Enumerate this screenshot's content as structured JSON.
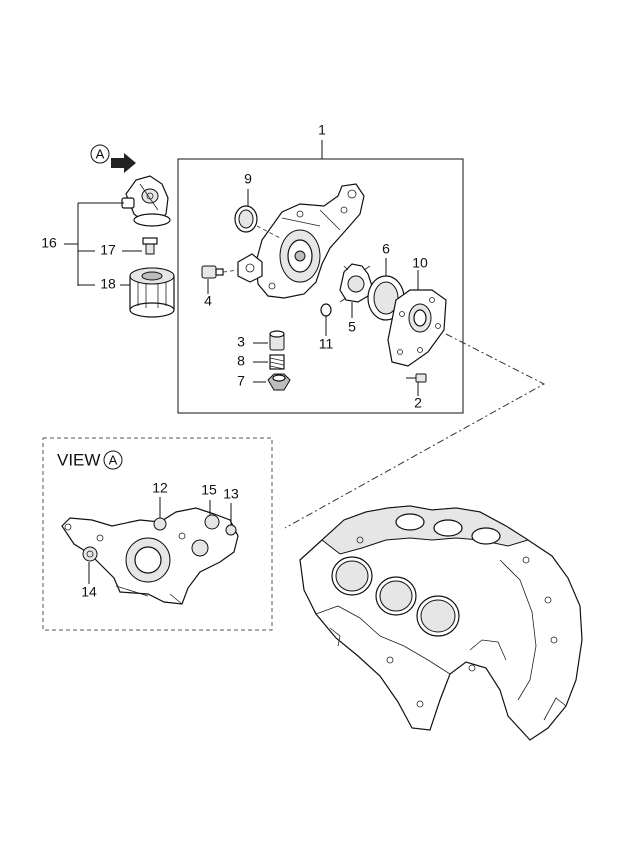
{
  "callouts": {
    "c1": "1",
    "c2": "2",
    "c3": "3",
    "c4": "4",
    "c5": "5",
    "c6": "6",
    "c7": "7",
    "c8": "8",
    "c9": "9",
    "c10": "10",
    "c11": "11",
    "c12": "12",
    "c13": "13",
    "c14": "14",
    "c15": "15",
    "c16": "16",
    "c17": "17",
    "c18": "18"
  },
  "view_marker": "A",
  "view_label": "VIEW",
  "view_letter": "A"
}
